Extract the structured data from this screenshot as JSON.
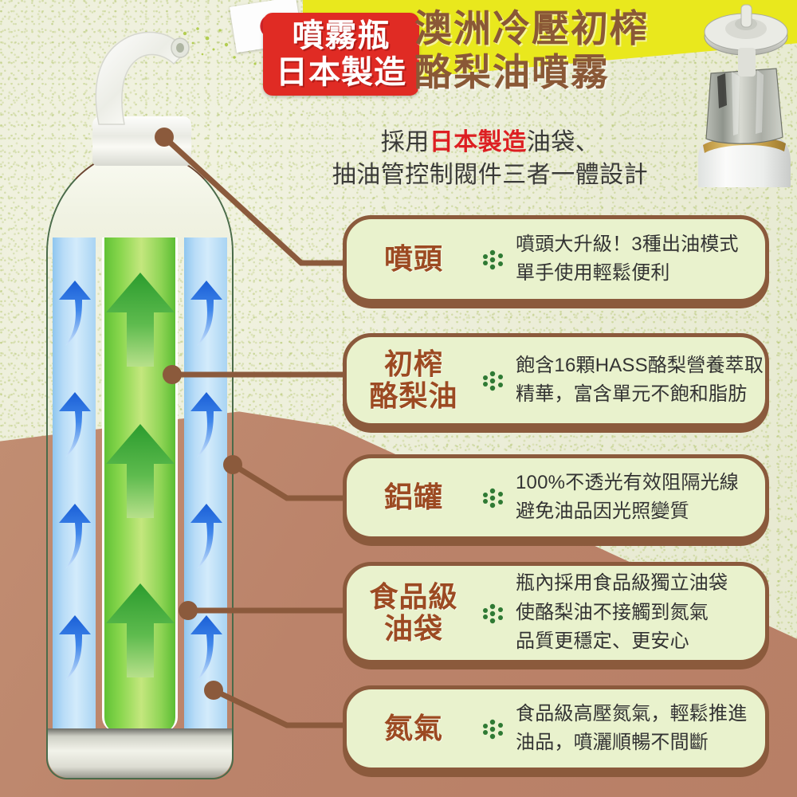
{
  "badge": {
    "line1": "噴霧瓶",
    "line2": "日本製造",
    "flag_name": "japan-flag",
    "bg_color": "#e02b24"
  },
  "headline": {
    "line1": "澳洲冷壓初榨",
    "line2": "酪梨油噴霧",
    "color": "#8a5836"
  },
  "subtitle": {
    "line1_pre": "採用",
    "line1_highlight": "日本製造",
    "line1_post": "油袋、",
    "line2": "抽油管控制閥件三者一體設計",
    "highlight_color": "#dd1f22"
  },
  "features": [
    {
      "label": "噴頭",
      "label_lines": [
        "噴頭"
      ],
      "text_lines": [
        "噴頭大升級！3種出油模式",
        "單手使用輕鬆便利"
      ]
    },
    {
      "label": "初榨酪梨油",
      "label_lines": [
        "初榨",
        "酪梨油"
      ],
      "text_lines": [
        "飽含16顆HASS酪梨營養萃取",
        "精華，富含單元不飽和脂肪"
      ]
    },
    {
      "label": "鋁罐",
      "label_lines": [
        "鋁罐"
      ],
      "text_lines": [
        "100%不透光有效阻隔光線",
        "避免油品因光照變質"
      ]
    },
    {
      "label": "食品級油袋",
      "label_lines": [
        "食品級",
        "油袋"
      ],
      "text_lines": [
        "瓶內採用食品級獨立油袋",
        "使酪梨油不接觸到氮氣",
        "品質更穩定、更安心"
      ]
    },
    {
      "label": "氮氣",
      "label_lines": [
        "氮氣"
      ],
      "text_lines": [
        "食品級高壓氮氣，輕鬆推進",
        "油品，噴灑順暢不間斷"
      ]
    }
  ],
  "illustration": {
    "bottle_name": "avocado-oil-spray-bottle-cutaway",
    "oil_bag_color": "#8ed455",
    "nitrogen_color": "#b8dcf7",
    "oil_arrow_color": "#2e9e31",
    "nitrogen_arrow_color": "#1f6fe0",
    "card_border_color": "#8b5a3c",
    "card_fill_color": "#e9f2cd"
  },
  "photo": {
    "name": "valve-and-oil-bag-photo"
  }
}
